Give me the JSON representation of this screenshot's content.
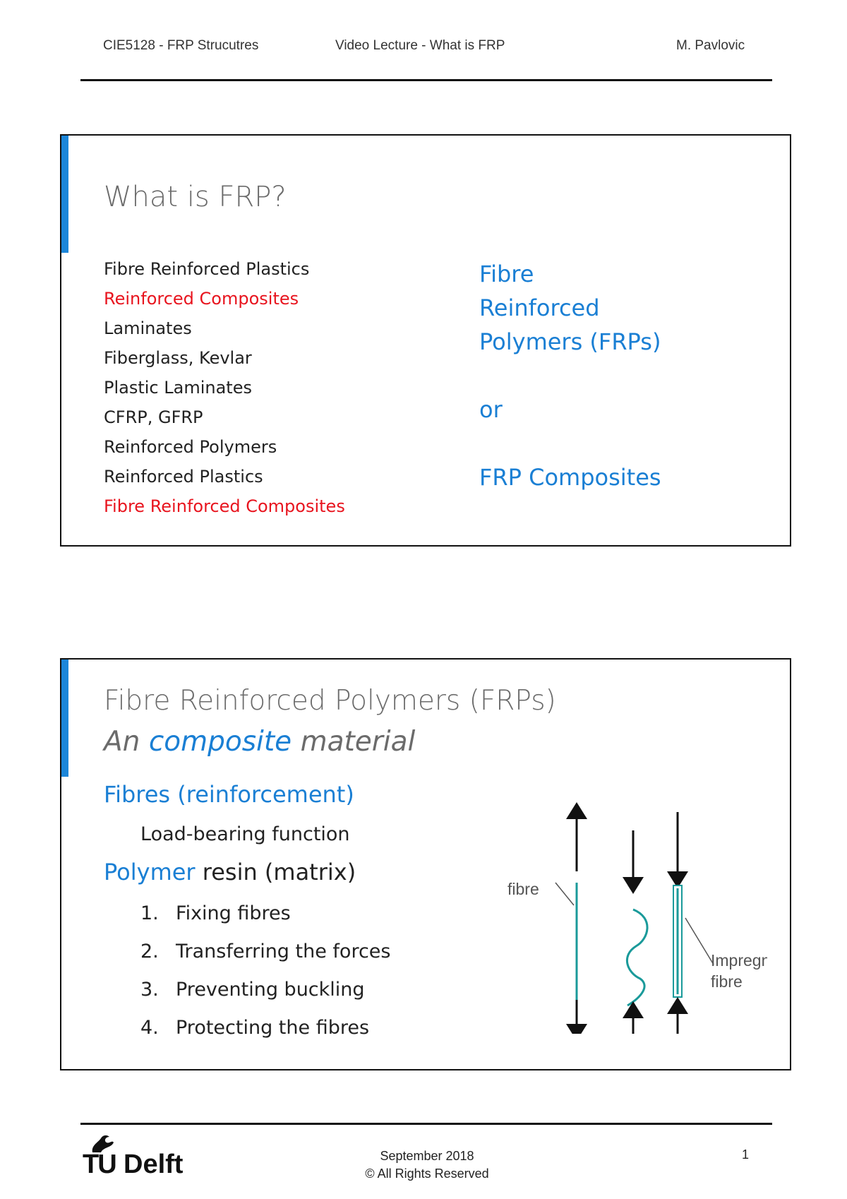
{
  "header": {
    "course": "CIE5128 - FRP Strucutres",
    "lecture": "Video Lecture - What is FRP",
    "author": "M. Pavlovic"
  },
  "slide1": {
    "title": "What is FRP?",
    "terms": [
      {
        "text": "Fibre Reinforced Plastics",
        "highlight": false
      },
      {
        "text": "Reinforced Composites",
        "highlight": true
      },
      {
        "text": "Laminates",
        "highlight": false
      },
      {
        "text": "Fiberglass, Kevlar",
        "highlight": false
      },
      {
        "text": "Plastic Laminates",
        "highlight": false
      },
      {
        "text": "CFRP, GFRP",
        "highlight": false
      },
      {
        "text": "Reinforced Polymers",
        "highlight": false
      },
      {
        "text": "Reinforced Plastics",
        "highlight": false
      },
      {
        "text": "Fibre Reinforced Composites",
        "highlight": true
      }
    ],
    "right_line1": "Fibre",
    "right_line2": "Reinforced",
    "right_line3": "Polymers (FRPs)",
    "right_or": "or",
    "right_alt": "FRP Composites"
  },
  "slide2": {
    "title": "Fibre Reinforced Polymers (FRPs)",
    "subtitle_pre": "An",
    "subtitle_blue": "composite",
    "subtitle_post": "material",
    "fibres_heading": "Fibres (reinforcement)",
    "fibres_desc": "Load-bearing function",
    "polymer_blue": "Polymer",
    "polymer_rest": "resin (matrix)",
    "functions": [
      {
        "n": "1.",
        "text": "Fixing fibres"
      },
      {
        "n": "2.",
        "text": "Transferring the forces"
      },
      {
        "n": "3.",
        "text": "Preventing buckling"
      },
      {
        "n": "4.",
        "text": "Protecting the fibres"
      }
    ],
    "diagram": {
      "fibre_label": "fibre",
      "impregnated_label_1": "Impregnated",
      "impregnated_label_2": "fibre"
    }
  },
  "footer": {
    "logo_tu": "TU",
    "logo_delft": "Delft",
    "date": "September 2018",
    "rights": "© All Rights Reserved",
    "page": "1"
  },
  "colors": {
    "accent_blue": "#1c86d9",
    "title_blue": "#1a7fd4",
    "highlight_red": "#e8141e",
    "fibre_teal": "#1a9a9a"
  }
}
